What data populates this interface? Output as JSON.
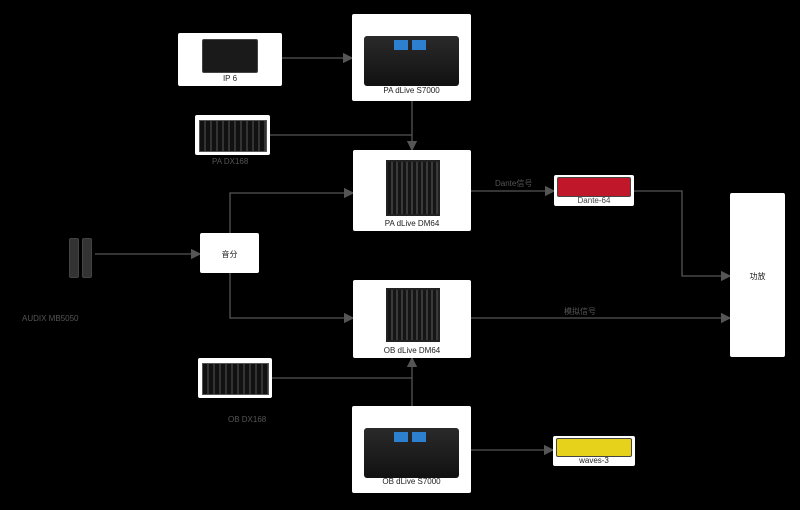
{
  "nodes": {
    "ip6": "IP 6",
    "pa_s7000": "PA dLive S7000",
    "pa_dx168": "PA DX168",
    "pa_dm64": "PA dLive DM64",
    "dante64": "Dante-64",
    "splitter": "音分",
    "mic": "AUDIX MB5050",
    "amp": "功放",
    "ob_dm64": "OB dLive DM64",
    "ob_dx168": "OB DX168",
    "ob_s7000": "OB dLive S7000",
    "waves3": "waves-3"
  },
  "edges": {
    "dante_signal": "Dante信号",
    "analog_signal": "模拟信号"
  },
  "colors": {
    "background": "#000000",
    "wire": "#555555",
    "node": "#ffffff",
    "dante_card": "#c0182a",
    "waves_card": "#e6d21a"
  }
}
